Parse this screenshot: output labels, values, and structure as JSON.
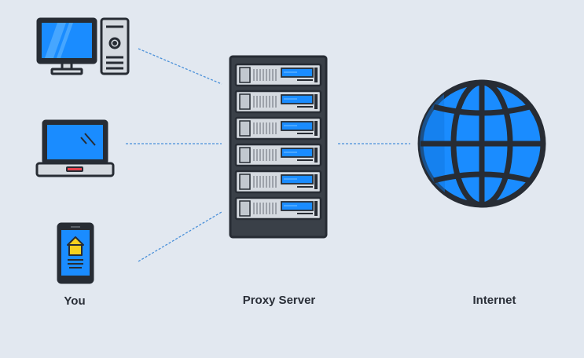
{
  "labels": {
    "you": "You",
    "proxy": "Proxy Server",
    "internet": "Internet"
  },
  "colors": {
    "background": "#e2e8f0",
    "outline": "#272c34",
    "screen_blue": "#1a8cff",
    "device_gray": "#d5dae0",
    "rack_dark": "#3a4048",
    "connector_line": "#4a90d9",
    "home_yellow": "#f7d11e",
    "trackpad_red": "#e8434e"
  },
  "icons": {
    "desktop": "desktop-computer-icon",
    "laptop": "laptop-icon",
    "phone": "smartphone-icon",
    "server": "server-rack-icon",
    "globe": "globe-icon"
  }
}
